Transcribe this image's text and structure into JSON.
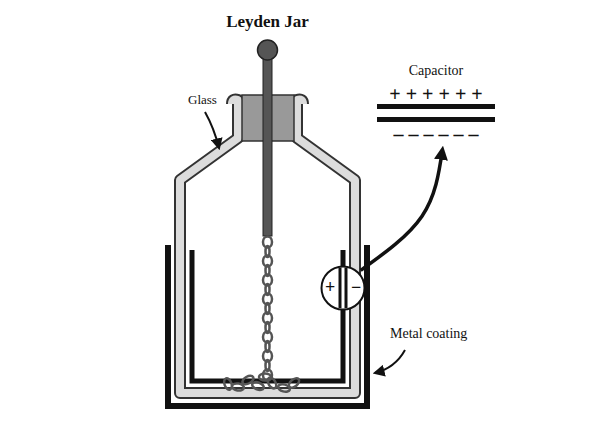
{
  "diagram": {
    "title": "Leyden Jar",
    "nodes": [
      {
        "text": [
          "Capacitor",
          "+ + + + + +",
          "– – – – – –"
        ]
      },
      {
        "text": [
          "+",
          "−"
        ]
      }
    ],
    "edges": [
      {
        "from": 1,
        "to": 0,
        "arrow": "to"
      }
    ],
    "labels": [
      "Glass",
      "Metal coating"
    ]
  }
}
